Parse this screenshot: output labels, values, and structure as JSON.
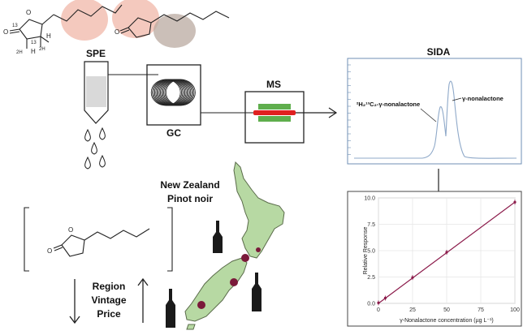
{
  "labels": {
    "spe": "SPE",
    "gc": "GC",
    "ms": "MS",
    "sida": "SIDA",
    "nz_line1": "New Zealand",
    "nz_line2": "Pinot noir",
    "factors": [
      "Region",
      "Vintage",
      "Price"
    ]
  },
  "chromatogram": {
    "peak_internal_standard": "²H₂¹³C₂-γ-nonalactone",
    "peak_analyte": "γ-nonalactone"
  },
  "molecule_labels": {
    "c13_a": "13",
    "c13_b": "13",
    "h_a": "H",
    "h_b": "H",
    "d_a": "2H",
    "d_b": "2H",
    "o_a": "O",
    "o_b": "O"
  },
  "colors": {
    "chromatogram_trace": "#8fa9c9",
    "chromatogram_border": "#6f8fb5",
    "calibration_line": "#8b1a4a",
    "map_fill": "#b7d9a3",
    "map_stroke": "#5a6b4a",
    "region_dot": "#7a1a3a",
    "ms_green": "#5fae4d",
    "ms_red": "#e02020",
    "fruit": "#f0b7a8",
    "wood": "#b9a9a0"
  },
  "chart_data": {
    "type": "scatter",
    "title": "",
    "xlabel": "γ-Nonalactone concentration (µg L⁻¹)",
    "ylabel": "Relative Response",
    "xlim": [
      0,
      100
    ],
    "ylim": [
      0,
      10
    ],
    "xticks": [
      "0",
      "25",
      "50",
      "75",
      "100"
    ],
    "yticks": [
      "0.0",
      "2.5",
      "5.0",
      "7.5",
      "10.0"
    ],
    "grid": true,
    "series": [
      {
        "x": [
          0,
          5,
          25,
          50,
          100
        ],
        "y": [
          0.05,
          0.5,
          2.45,
          4.85,
          9.6
        ]
      }
    ],
    "fit_line": {
      "x": [
        0,
        100
      ],
      "y": [
        0.0,
        9.6
      ]
    }
  }
}
